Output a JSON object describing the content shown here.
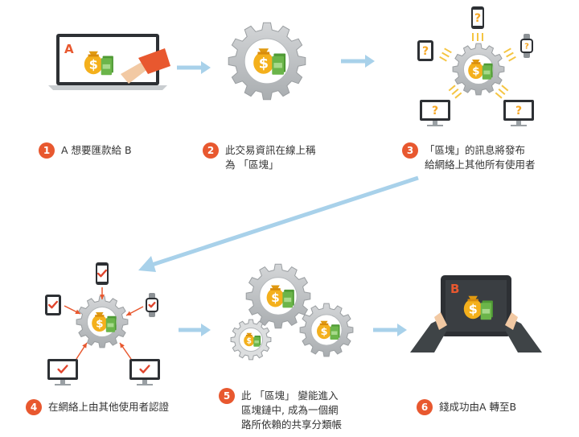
{
  "colors": {
    "accent_orange": "#e8582f",
    "arrow_blue": "#a8d1ea",
    "gear_gray": "#b9bcbe",
    "bag_gold": "#f4b01c",
    "cash_green": "#6bb54a",
    "check_red": "#e0452d",
    "question_gold": "#f5a623",
    "device_dark": "#2d3034",
    "hand_skin": "#f2c9a3",
    "sleeve_dark": "#3f4447"
  },
  "icons": [
    "laptop-icon",
    "hand-icon",
    "gear-icon",
    "money-bag-icon",
    "cash-stack-icon",
    "smartphone-icon",
    "tablet-icon",
    "monitor-icon",
    "watch-icon",
    "question-mark-icon",
    "checkmark-icon",
    "arrow-right-icon",
    "arrow-long-diagonal-icon"
  ],
  "panel1": {
    "letter": "A"
  },
  "panel6": {
    "letter": "B"
  },
  "money_symbol": "$",
  "question_symbol": "?",
  "steps": [
    {
      "num": "1",
      "text": "A 想要匯款給 B"
    },
    {
      "num": "2",
      "text": "此交易資訊在線上稱\n為 「區塊」"
    },
    {
      "num": "3",
      "text": "「區塊」的訊息將發布\n給網絡上其他所有使用者"
    },
    {
      "num": "4",
      "text": "在網絡上由其他使用者認證"
    },
    {
      "num": "5",
      "text": "此 「區塊」 變能進入\n區塊鏈中, 成為一個網\n路所依賴的共享分類帳"
    },
    {
      "num": "6",
      "text": "錢成功由A 轉至B"
    }
  ]
}
